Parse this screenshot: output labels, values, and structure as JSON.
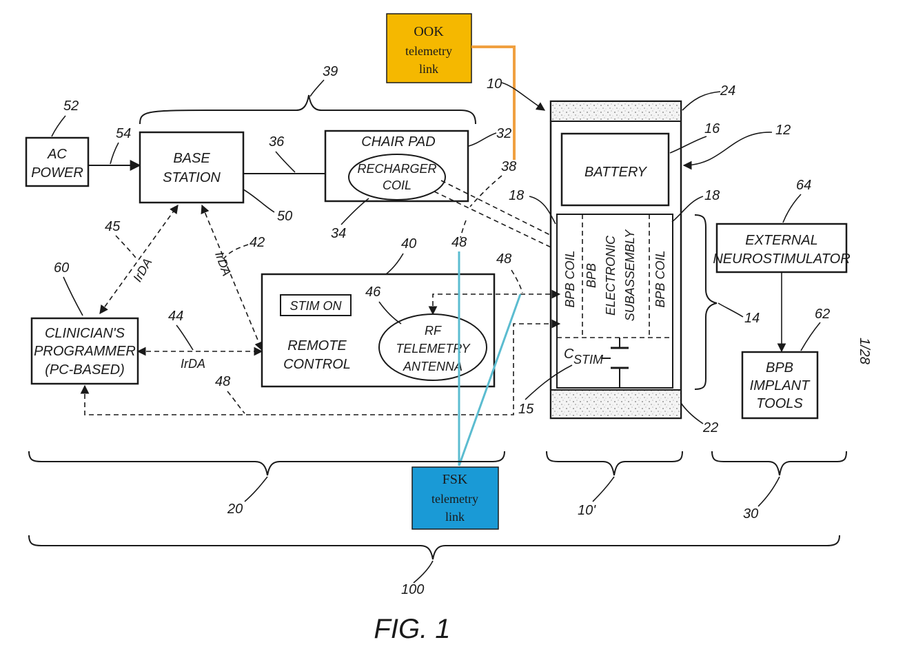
{
  "figure_title": "FIG. 1",
  "sheet": "1/28",
  "colors": {
    "ook": "#F5B800",
    "ook_line": "#F0A040",
    "fsk": "#1A9AD6",
    "fsk_line": "#5BBCD0",
    "ink": "#1a1a1a"
  },
  "blocks": {
    "ac_power": [
      "AC",
      "POWER"
    ],
    "base_station": [
      "BASE",
      "STATION"
    ],
    "chair_pad": "CHAIR PAD",
    "recharger_coil": [
      "RECHARGER",
      "COIL"
    ],
    "clinicians_programmer": [
      "CLINICIAN'S",
      "PROGRAMMER",
      "(PC-BASED)"
    ],
    "remote_control": [
      "REMOTE",
      "CONTROL"
    ],
    "stim_on": "STIM ON",
    "rf_antenna": [
      "RF",
      "TELEMETRY",
      "ANTENNA"
    ],
    "battery": "BATTERY",
    "bpb_coil_left": "BPB COIL",
    "bpb_coil_right": "BPB COIL",
    "electronic": [
      "BPB",
      "ELECTRONIC",
      "SUBASSEMBLY"
    ],
    "cstim": "C",
    "cstim_sub": "STIM",
    "external_neuro": [
      "EXTERNAL",
      "NEUROSTIMULATOR"
    ],
    "bpb_tools": [
      "BPB",
      "IMPLANT",
      "TOOLS"
    ]
  },
  "link_labels": {
    "irda_45": "IrDA",
    "irda_42": "IrDA",
    "irda_44": "IrDA"
  },
  "callouts": {
    "ook": [
      "OOK",
      "telemetry",
      "link"
    ],
    "fsk": [
      "FSK",
      "telemetry",
      "link"
    ]
  },
  "refs": {
    "r52": "52",
    "r54": "54",
    "r39": "39",
    "r36": "36",
    "r32": "32",
    "r38": "38",
    "r10": "10",
    "r24": "24",
    "r16": "16",
    "r12": "12",
    "r50": "50",
    "r34": "34",
    "r45": "45",
    "r42": "42",
    "r40": "40",
    "r48a": "48",
    "r48b": "48",
    "r48c": "48",
    "r18a": "18",
    "r18b": "18",
    "r64": "64",
    "r60": "60",
    "r44": "44",
    "r46": "46",
    "r14": "14",
    "r62": "62",
    "r15": "15",
    "r22": "22",
    "r20": "20",
    "r10p": "10'",
    "r30": "30",
    "r100": "100"
  }
}
